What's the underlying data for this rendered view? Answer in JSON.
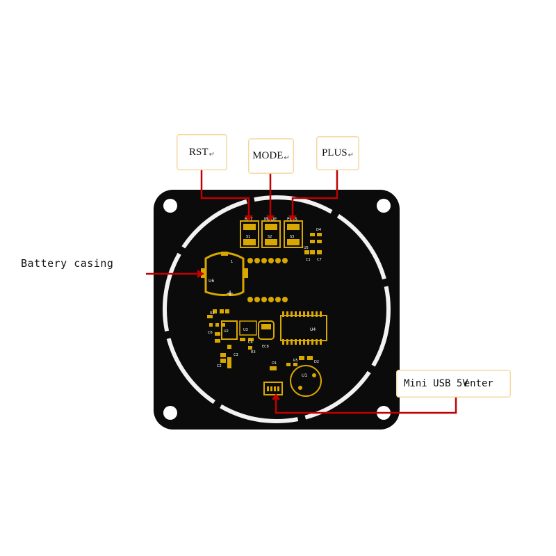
{
  "labels": {
    "rst": "RST",
    "mode": "MODE",
    "plus": "PLUS",
    "return_mark": "↵",
    "battery": "Battery casing",
    "usb": "Mini USB 5V",
    "usb_overlap": "enter"
  },
  "silkscreen": {
    "s1": "S1",
    "s2": "S2",
    "s3": "S3",
    "rst": "RST",
    "mode": "MODE",
    "plus": "PLUS",
    "u1": "U1",
    "u2": "U2",
    "u3": "U3",
    "u4": "U4",
    "u5": "U5",
    "u6": "U6",
    "d1": "D1",
    "d2": "D2",
    "d4": "D4",
    "c1": "C1",
    "c2": "C2",
    "c3": "C3",
    "c4": "C4",
    "c6": "C6",
    "c7": "C7",
    "r1": "R1",
    "r3": "R3",
    "r5": "R5",
    "ec8": "EC8",
    "plus_sign": "+",
    "one": "1"
  },
  "colors": {
    "board": "#0b0b0b",
    "ring": "#f2f2f2",
    "pad": "#d9a800",
    "leader": "#c00000",
    "callout_border": "#f3d7a0"
  }
}
